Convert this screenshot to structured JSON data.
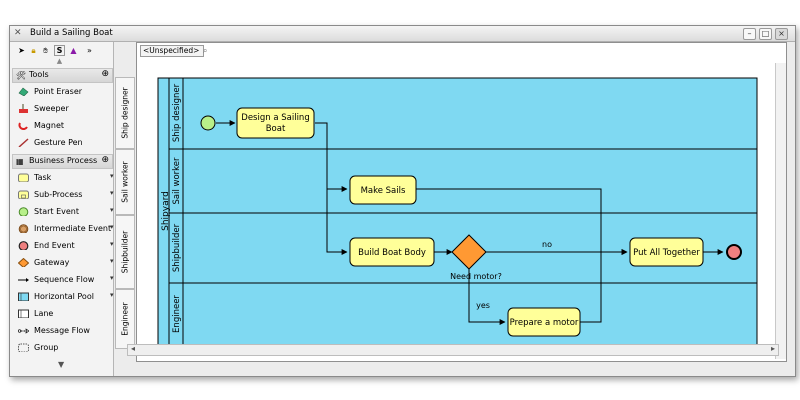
{
  "window": {
    "title": "Build a Sailing Boat",
    "icon": "app-x-icon",
    "buttons": [
      "minimize-icon",
      "maximize-icon",
      "close-icon"
    ]
  },
  "palette": {
    "toolbar_icons": [
      "select-arrow-icon",
      "lock-icon",
      "hand-icon",
      "s-icon",
      "triangle-icon",
      "more-chevron-icon"
    ],
    "tools_section": {
      "label": "Tools",
      "items": [
        {
          "label": "Point Eraser",
          "icon": "eraser-icon"
        },
        {
          "label": "Sweeper",
          "icon": "sweeper-icon"
        },
        {
          "label": "Magnet",
          "icon": "magnet-icon"
        },
        {
          "label": "Gesture Pen",
          "icon": "pen-icon"
        }
      ]
    },
    "bp_section": {
      "label": "Business Process",
      "items": [
        {
          "label": "Task",
          "icon": "task-icon"
        },
        {
          "label": "Sub-Process",
          "icon": "subprocess-icon"
        },
        {
          "label": "Start Event",
          "icon": "start-event-icon"
        },
        {
          "label": "Intermediate Event",
          "icon": "intermediate-event-icon"
        },
        {
          "label": "End Event",
          "icon": "end-event-icon"
        },
        {
          "label": "Gateway",
          "icon": "gateway-icon"
        },
        {
          "label": "Sequence Flow",
          "icon": "sequence-flow-icon"
        },
        {
          "label": "Horizontal Pool",
          "icon": "horizontal-pool-icon"
        },
        {
          "label": "Lane",
          "icon": "lane-icon"
        },
        {
          "label": "Message Flow",
          "icon": "message-flow-icon"
        },
        {
          "label": "Group",
          "icon": "group-icon"
        }
      ]
    }
  },
  "lane_tabs": [
    "Ship designer",
    "Sail worker",
    "Shipbuilder",
    "Engineer"
  ],
  "canvas": {
    "tab_label": "<Unspecified>",
    "pool_label": "Shipyard",
    "lanes": [
      "Ship designer",
      "Sail worker",
      "Shipbuilder",
      "Engineer"
    ],
    "tasks": {
      "design": "Design a Sailing Boat",
      "design_line1": "Design a Sailing",
      "design_line2": "Boat",
      "sails": "Make Sails",
      "body": "Build Boat Body",
      "motor": "Prepare a motor",
      "together": "Put All Together"
    },
    "gateway_label": "Need motor?",
    "flow_labels": {
      "no": "no",
      "yes": "yes"
    },
    "colors": {
      "pool": "#7fd9f2",
      "task_fill": "#ffff99",
      "start": "#b8f08a",
      "end": "#ee8080",
      "gateway": "#ff9933"
    }
  }
}
